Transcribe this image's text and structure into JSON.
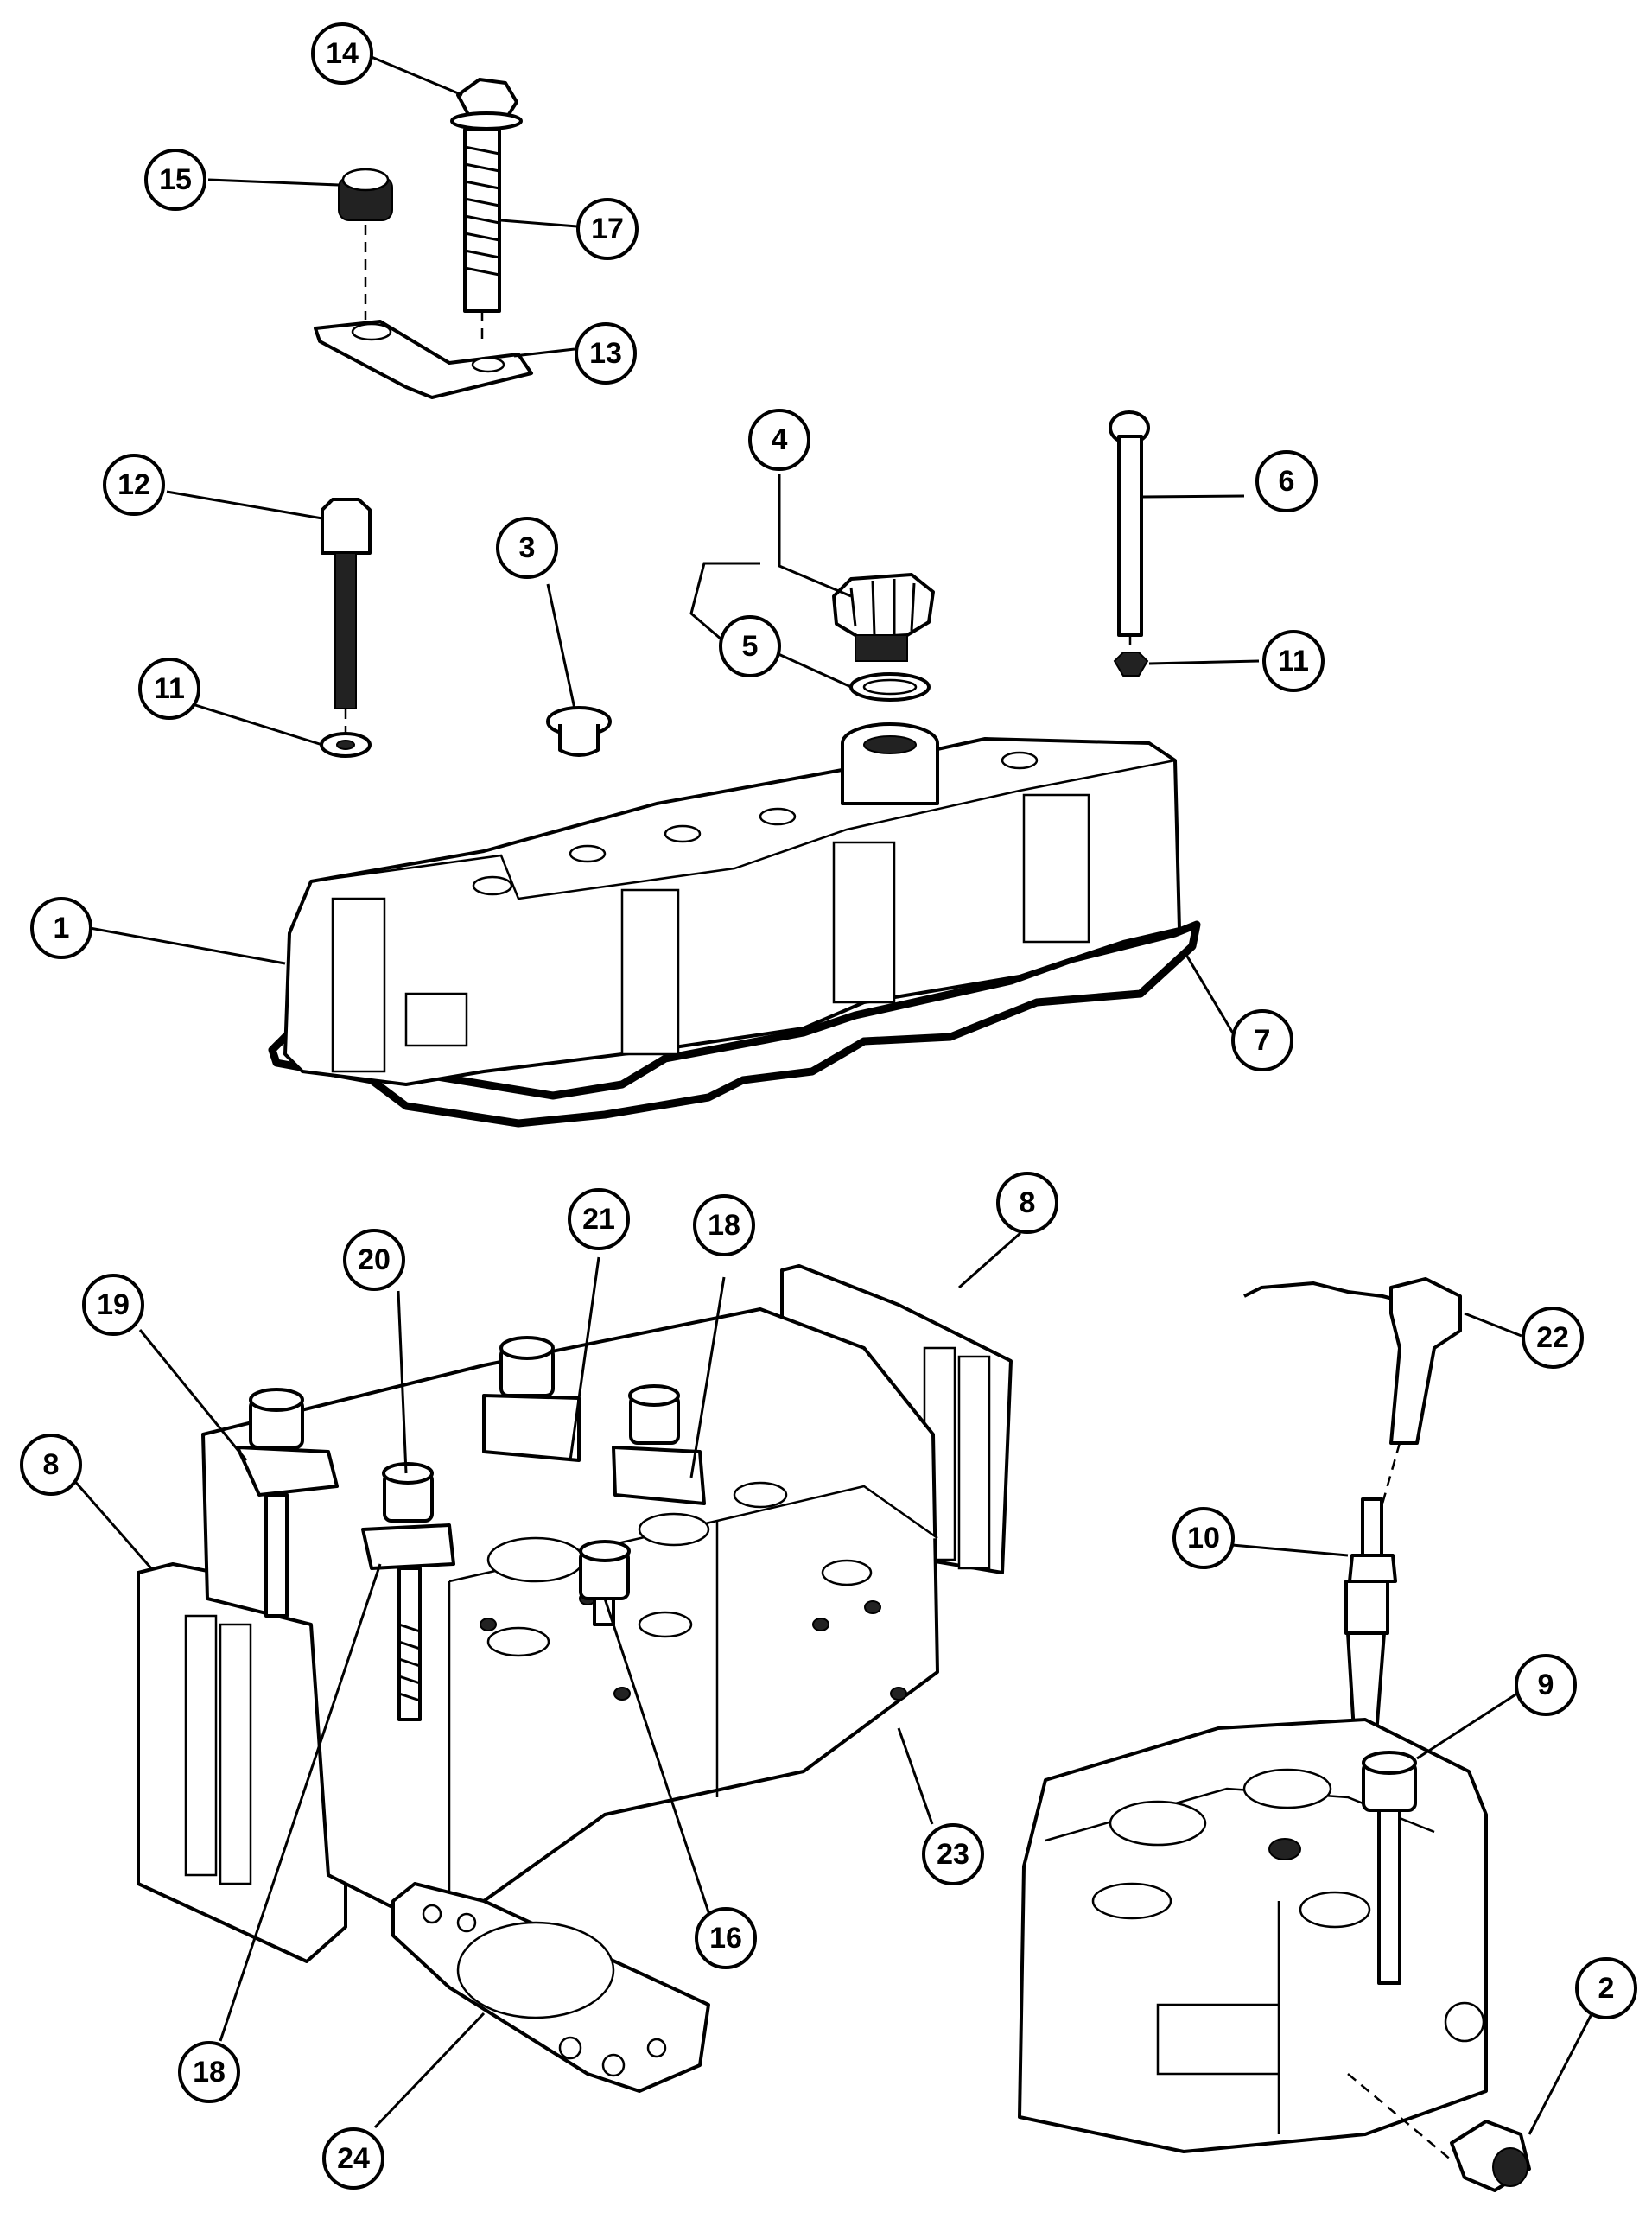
{
  "callouts": [
    "1",
    "2",
    "3",
    "4",
    "5",
    "6",
    "7",
    "8",
    "8",
    "9",
    "10",
    "11",
    "11",
    "12",
    "13",
    "14",
    "15",
    "16",
    "17",
    "18",
    "18",
    "19",
    "20",
    "21",
    "22",
    "23",
    "24"
  ],
  "colors": {
    "ink": "#000000",
    "paper": "#ffffff"
  }
}
